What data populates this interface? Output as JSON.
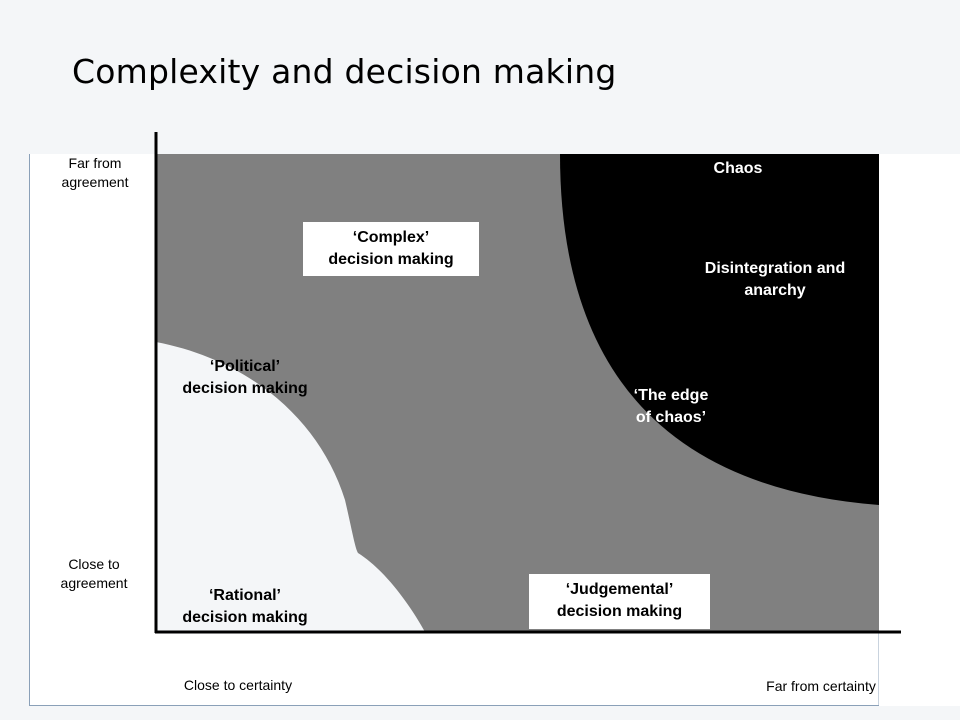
{
  "slide": {
    "title": "Complexity and decision making"
  },
  "axes": {
    "y_top_label": "Far from\nagreement",
    "y_bottom_label": "Close to\nagreement",
    "x_left_label": "Close to certainty",
    "x_right_label": "Far from certainty"
  },
  "zones": {
    "complex": "‘Complex’\ndecision making",
    "political": "‘Political’\ndecision making",
    "rational": "‘Rational’\ndecision making",
    "judgemental": "‘Judgemental’\ndecision making",
    "edge_of_chaos": "‘The edge\nof chaos’",
    "chaos": "Chaos",
    "disintegration": "Disintegration and\nanarchy"
  },
  "colors": {
    "complex_region": "#808080",
    "chaos_region": "#000000",
    "rational_region": "#f4f6f8"
  }
}
